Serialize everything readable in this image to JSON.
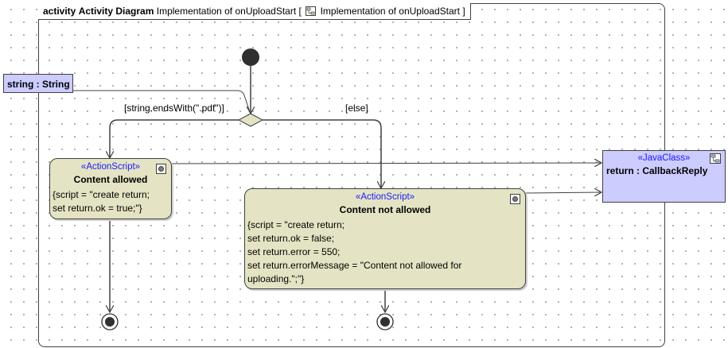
{
  "frame": {
    "kind": "activity",
    "diagram_name": "Activity Diagram",
    "context": "Implementation of onUploadStart",
    "context_open": "[",
    "context_ref": "Implementation of onUploadStart",
    "context_close": "]"
  },
  "pin": {
    "label": "string : String"
  },
  "guards": {
    "left": "[string.endsWith(\".pdf\")]",
    "right": "[else]"
  },
  "action_allowed": {
    "stereotype": "«ActionScript»",
    "name": "Content allowed",
    "script": [
      "{script = \"create return;",
      "set return.ok = true;\"}"
    ]
  },
  "action_not_allowed": {
    "stereotype": "«ActionScript»",
    "name": "Content not allowed",
    "script": [
      "{script = \"create return;",
      "set return.ok = false;",
      "set return.error = 550;",
      "set return.errorMessage = \"Content not allowed for",
      "uploading.\";\"}"
    ]
  },
  "java_class": {
    "stereotype": "«JavaClass»",
    "name": "return : CallbackReply"
  },
  "colors": {
    "action_fill": "#e4e4c4",
    "class_fill": "#ccccff",
    "stereotype_text": "#1a1aff",
    "line": "#404040"
  }
}
